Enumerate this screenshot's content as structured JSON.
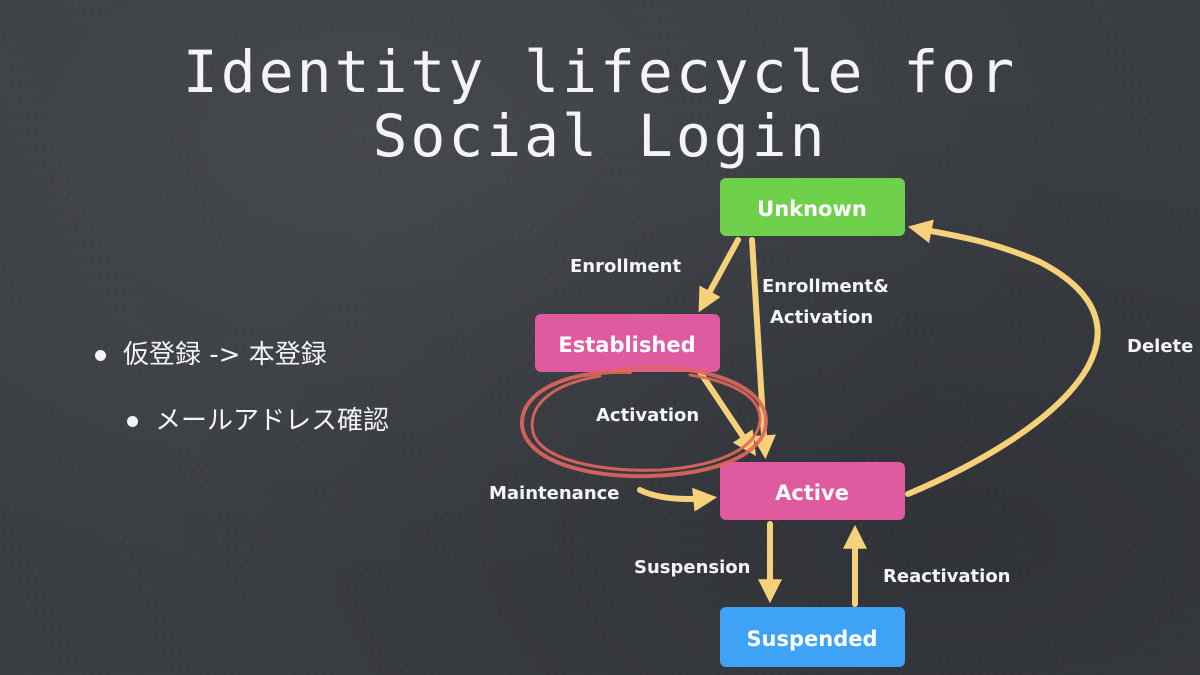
{
  "slide": {
    "title_line1": "Identity lifecycle for",
    "title_line2": "Social Login",
    "bullets": [
      {
        "text": "仮登録 -> 本登録"
      },
      {
        "text": "メールアドレス確認"
      }
    ]
  },
  "diagram": {
    "nodes": {
      "unknown": "Unknown",
      "established": "Established",
      "active": "Active",
      "suspended": "Suspended"
    },
    "transitions": {
      "enrollment": "Enrollment",
      "enrollment_activation_line1": "Enrollment&",
      "enrollment_activation_line2": "Activation",
      "delete": "Delete",
      "activation": "Activation",
      "maintenance": "Maintenance",
      "suspension": "Suspension",
      "reactivation": "Reactivation"
    },
    "colors": {
      "unknown": "#6fd14b",
      "established": "#e05a9f",
      "active": "#e05a9f",
      "suspended": "#3fa3f5",
      "arrow": "#f6d17a",
      "highlight_circle": "#e0675d",
      "node_text": "#ffffff",
      "label_text": "#f4f4f4"
    }
  }
}
